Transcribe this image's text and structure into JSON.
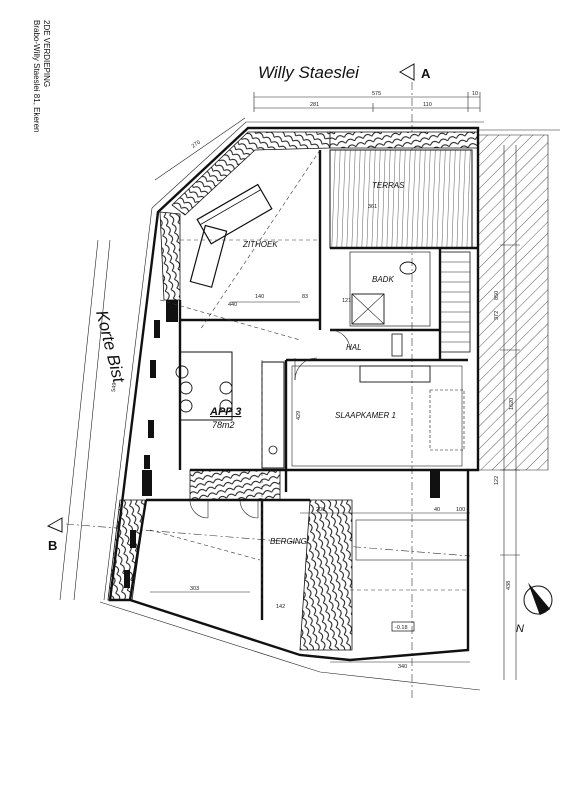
{
  "title_block": {
    "line1": "Brabo-Willy Staeslei 81, Ekeren",
    "line2": "2DE VERDIEPING"
  },
  "streets": {
    "top": "Willy Staeslei",
    "left": "Korte Bist"
  },
  "section_markers": {
    "a": "A",
    "b": "B"
  },
  "north": {
    "label": "N"
  },
  "apartment": {
    "name": "APP 3",
    "area": "78m2"
  },
  "rooms": {
    "terras": "TERRAS",
    "zithoek": "ZITHOEK",
    "badk": "BADK",
    "hal": "HAL",
    "slaapkamer": "SLAAPKAMER 1",
    "berging": "BERGING"
  },
  "dimensions": {
    "top_total": "575",
    "top_left": "281",
    "top_right": "110",
    "top_far": "10",
    "diag_270": "270",
    "left_549": "549",
    "v_440": "440",
    "h_140": "140",
    "h_83": "83",
    "v_429": "429",
    "v_303": "303",
    "h_142": "142",
    "h_200": "200",
    "h_40": "40",
    "h_100": "100",
    "v_850": "850",
    "v_372": "372",
    "v_1620": "1620",
    "v_122": "122",
    "v_438": "438",
    "h_340": "340",
    "level": "-0.18",
    "v_361": "361",
    "v_121": "121"
  }
}
